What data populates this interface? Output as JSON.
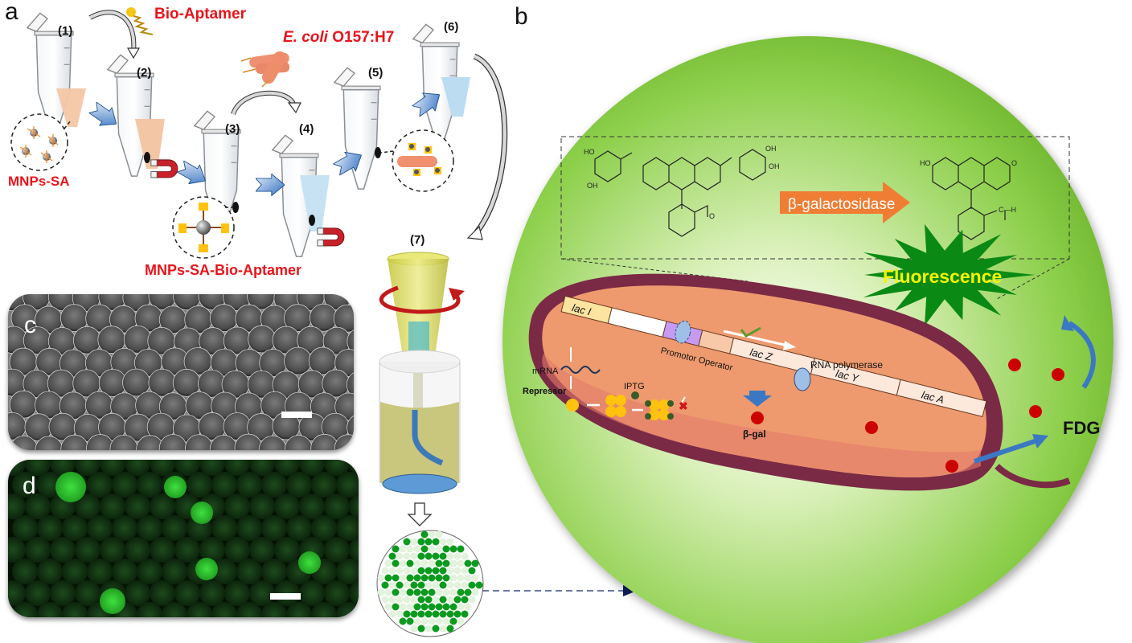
{
  "panels": {
    "a": {
      "letter": "a",
      "steps": [
        "(1)",
        "(2)",
        "(3)",
        "(4)",
        "(5)",
        "(6)",
        "(7)"
      ],
      "labels": {
        "bio_aptamer": "Bio-Aptamer",
        "ecoli_italic": "E. coli",
        "ecoli_strain": " O157:H7",
        "mnps_sa": "MNPs-SA",
        "mnps_sa_bio_aptamer": "MNPs-SA-Bio-Aptamer"
      }
    },
    "b": {
      "letter": "b",
      "enzyme_label": "β-galactosidase",
      "fluorescence_label": "Fluorescence",
      "fdg_label": "FDG",
      "genes": {
        "lac_i": "lac I",
        "lac_z": "lac Z",
        "lac_y": "lac Y",
        "lac_a": "lac A"
      },
      "promotor_operator": "Promotor Operator",
      "rna_polymerase": "RNA polymerase",
      "mrna": "mRNA",
      "repressor": "Repressor",
      "iptg": "IPTG",
      "beta_gal": "β-gal",
      "chem_labels": {
        "ho": "HO",
        "oh": "OH",
        "o": "O",
        "ch": "C—H"
      }
    },
    "c": {
      "letter": "c"
    },
    "d": {
      "letter": "d"
    }
  },
  "colors": {
    "label_red": "#e8141b",
    "arrow_blue": "#3b78c4",
    "sphere_green": "#8ccf4a",
    "cell_body": "#ee9a6e",
    "cell_wall": "#7a2a45",
    "enzyme_orange": "#ef7d33",
    "burst_green": "#0a8a14",
    "fluorescence_yellow": "#f4f400",
    "fluor_droplet": "#38d838",
    "positive_dot": "#0c9a1e",
    "negative_dot": "#e3f2dc"
  }
}
